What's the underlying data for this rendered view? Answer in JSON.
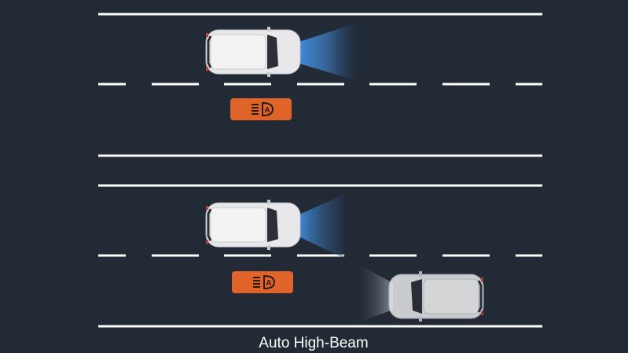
{
  "caption": "Auto High-Beam",
  "colors": {
    "background": "#222a36",
    "road_line": "#ffffff",
    "badge": "#e0632a",
    "badge_icon": "#2a1a12",
    "high_beam": "#3f8fe0",
    "car_body": "#e8e8ea"
  },
  "scenes": [
    {
      "name": "no-oncoming-traffic",
      "beam": "high",
      "indicator_icon": "auto-high-beam-icon"
    },
    {
      "name": "oncoming-traffic",
      "beam": "low",
      "indicator_icon": "auto-high-beam-icon"
    }
  ]
}
